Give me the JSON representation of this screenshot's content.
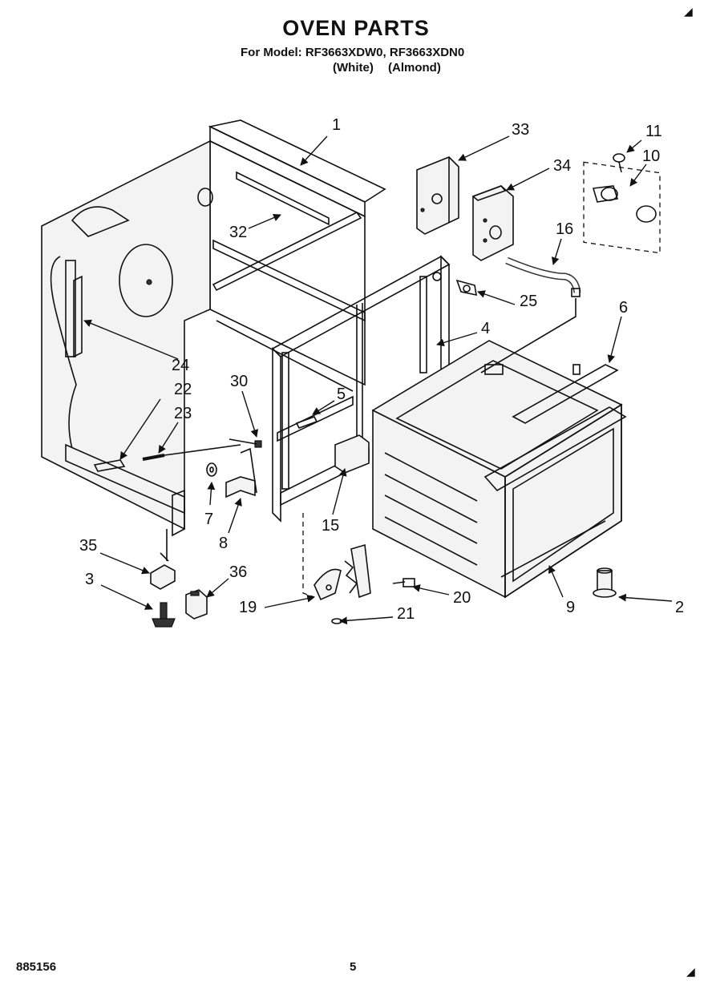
{
  "header": {
    "title": "OVEN PARTS",
    "model_line": "For Model: RF3663XDW0, RF3663XDN0",
    "colors": [
      "(White)",
      "(Almond)"
    ]
  },
  "footer": {
    "doc_number": "885156",
    "page_number": "5"
  },
  "callouts": [
    "1",
    "2",
    "3",
    "4",
    "5",
    "6",
    "7",
    "8",
    "9",
    "10",
    "11",
    "15",
    "16",
    "19",
    "20",
    "21",
    "22",
    "23",
    "24",
    "25",
    "30",
    "32",
    "33",
    "34",
    "35",
    "36"
  ]
}
